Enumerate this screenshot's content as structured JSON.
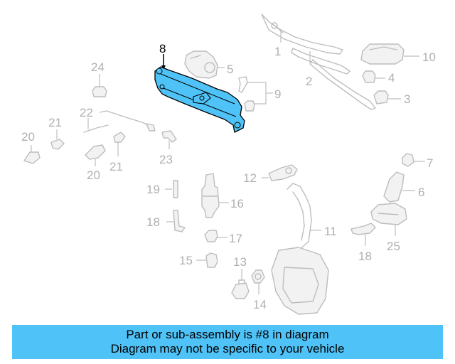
{
  "diagram": {
    "highlight_color": "#4fc3f7",
    "selected_part": "8",
    "callouts": {
      "c1": "1",
      "c2": "2",
      "c3": "3",
      "c4": "4",
      "c5": "5",
      "c6": "6",
      "c7": "7",
      "c8": "8",
      "c9": "9",
      "c10": "10",
      "c11": "11",
      "c12": "12",
      "c13": "13",
      "c14": "14",
      "c15": "15",
      "c16": "16",
      "c17": "17",
      "c18a": "18",
      "c18b": "18",
      "c19": "19",
      "c20a": "20",
      "c20b": "20",
      "c21a": "21",
      "c21b": "21",
      "c22": "22",
      "c23": "23",
      "c24": "24",
      "c25": "25"
    }
  },
  "footer": {
    "line1": "Part or sub-assembly is #8 in diagram",
    "line2": "Diagram may not be specific to your vehicle",
    "background": "#4fc3f7"
  }
}
